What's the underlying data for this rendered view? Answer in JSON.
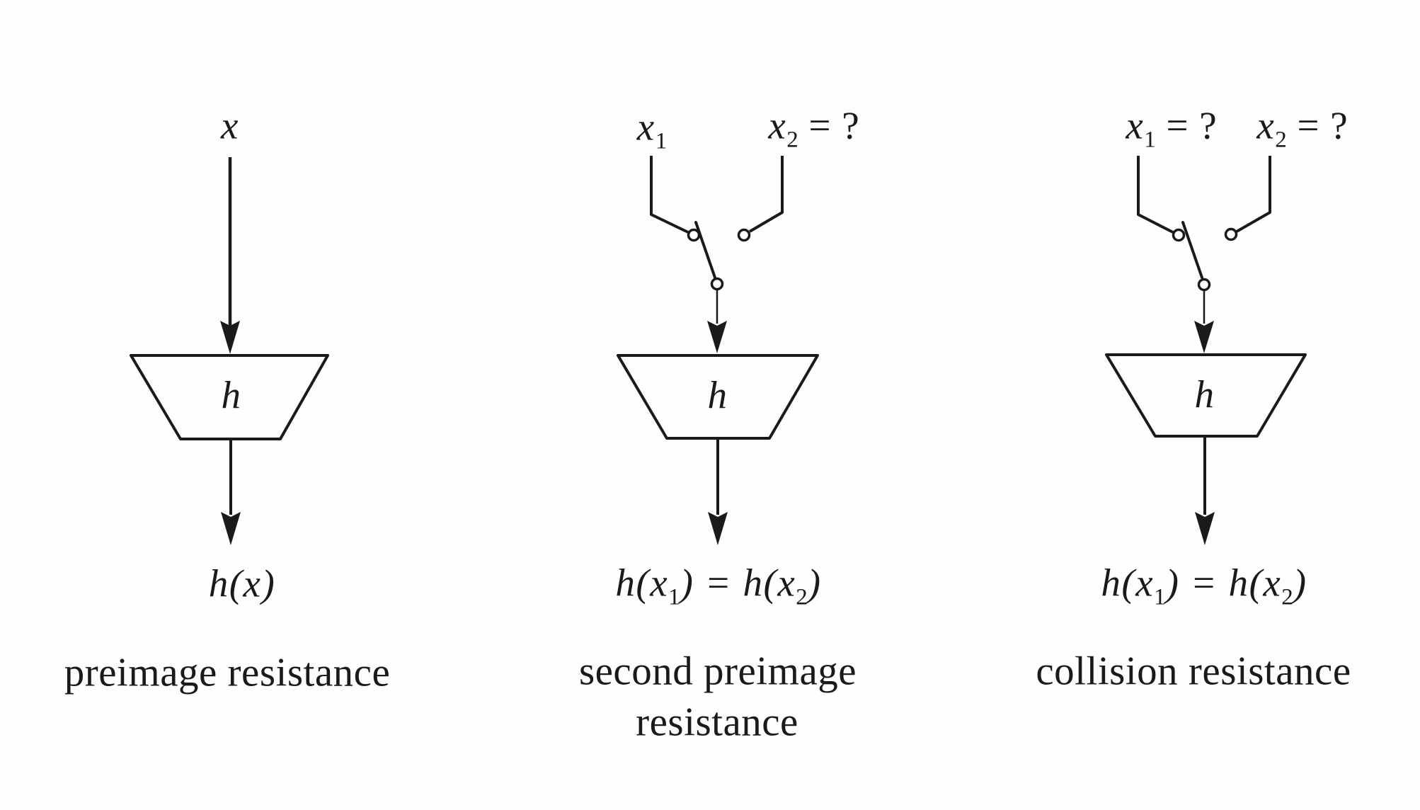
{
  "figure": {
    "description": "hash function security properties",
    "ink_color": "#1a1a1a",
    "background_color": "#fefefe",
    "columns": [
      {
        "caption": "preimage resistance",
        "input_label": "x",
        "function_label": "h",
        "output_label": "h(x)"
      },
      {
        "caption_line1": "second preimage",
        "caption_line2": "resistance",
        "input_left": {
          "base": "x",
          "sub": "1",
          "suffix": ""
        },
        "input_right": {
          "base": "x",
          "sub": "2",
          "suffix": " = ?"
        },
        "function_label": "h",
        "output": {
          "pre": "h(x",
          "sub1": "1",
          "mid": ") = h(x",
          "sub2": "2",
          "post": ")"
        }
      },
      {
        "caption": "collision resistance",
        "input_left": {
          "base": "x",
          "sub": "1",
          "suffix": " = ?"
        },
        "input_right": {
          "base": "x",
          "sub": "2",
          "suffix": " = ?"
        },
        "function_label": "h",
        "output": {
          "pre": "h(x",
          "sub1": "1",
          "mid": ") = h(x",
          "sub2": "2",
          "post": ")"
        }
      }
    ]
  }
}
